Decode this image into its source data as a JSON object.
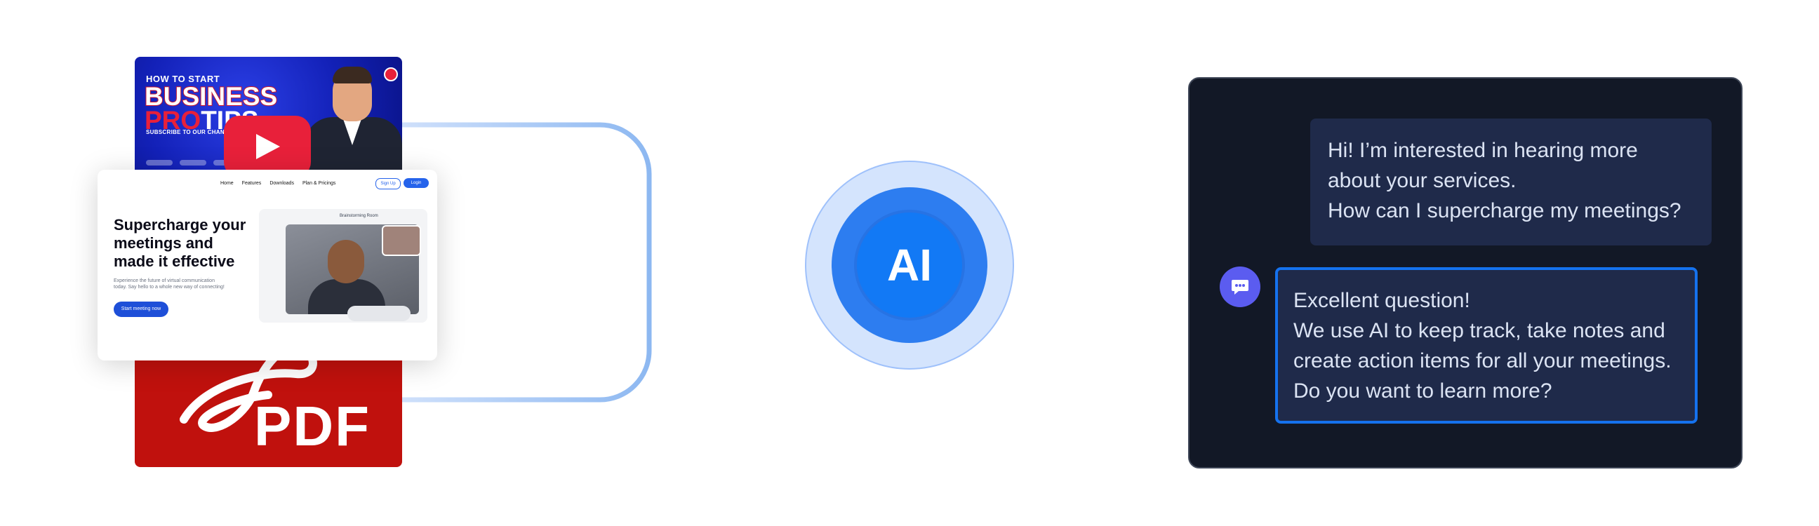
{
  "youtube": {
    "howto": "HOW TO START",
    "title_line1": "BUSINESS",
    "title_pro": "PRO",
    "title_tips": "TIPS",
    "subscribe": "SUBSCRIBE TO OUR CHANNEL",
    "brand_color": "#e8203a",
    "icon": "play-icon"
  },
  "website": {
    "nav": [
      "Home",
      "Features",
      "Downloads",
      "Plan & Pricings"
    ],
    "signup": "Sign Up",
    "login": "Login",
    "headline": "Supercharge your meetings and made it effective",
    "description": "Experience the future of virtual communication today. Say hello to a whole new way of connecting!",
    "cta": "Start meeting now",
    "meeting_label": "Brainstorming Room",
    "accent_color": "#2563eb"
  },
  "pdf": {
    "label": "PDF",
    "color": "#c0110d",
    "icon": "acrobat-icon"
  },
  "ai_node": {
    "label": "AI",
    "color": "#1279f5"
  },
  "chat": {
    "user_message": [
      "Hi! I’m interested in hearing more",
      "about your services.",
      "How can I supercharge my meetings?"
    ],
    "ai_message": [
      "Excellent question!",
      "We use AI to keep track, take notes and",
      "create action items for all your meetings.",
      "Do you want to learn more?"
    ],
    "avatar_icon": "chat-bubble-icon",
    "panel_color": "#121826",
    "highlight_color": "#1572ee"
  }
}
